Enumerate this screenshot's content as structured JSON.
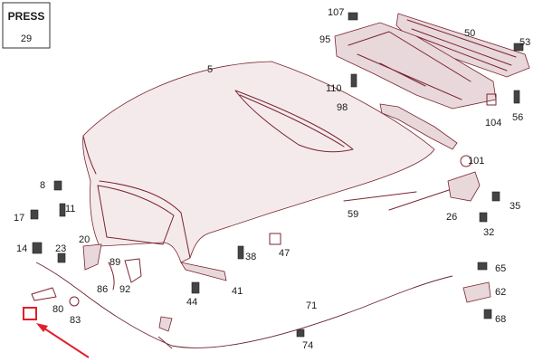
{
  "press_box": {
    "label": "PRESS",
    "number": "29"
  },
  "callouts": [
    {
      "id": "5",
      "text": "5"
    },
    {
      "id": "8",
      "text": "8"
    },
    {
      "id": "11",
      "text": "11"
    },
    {
      "id": "14",
      "text": "14"
    },
    {
      "id": "17",
      "text": "17"
    },
    {
      "id": "20",
      "text": "20"
    },
    {
      "id": "23",
      "text": "23"
    },
    {
      "id": "26",
      "text": "26"
    },
    {
      "id": "32",
      "text": "32"
    },
    {
      "id": "35",
      "text": "35"
    },
    {
      "id": "38",
      "text": "38"
    },
    {
      "id": "41",
      "text": "41"
    },
    {
      "id": "44",
      "text": "44"
    },
    {
      "id": "47",
      "text": "47"
    },
    {
      "id": "50",
      "text": "50"
    },
    {
      "id": "53",
      "text": "53"
    },
    {
      "id": "56",
      "text": "56"
    },
    {
      "id": "59",
      "text": "59"
    },
    {
      "id": "62",
      "text": "62"
    },
    {
      "id": "65",
      "text": "65"
    },
    {
      "id": "68",
      "text": "68"
    },
    {
      "id": "71",
      "text": "71"
    },
    {
      "id": "74",
      "text": "74"
    },
    {
      "id": "80",
      "text": "80"
    },
    {
      "id": "83",
      "text": "83"
    },
    {
      "id": "86",
      "text": "86"
    },
    {
      "id": "89",
      "text": "89"
    },
    {
      "id": "92",
      "text": "92"
    },
    {
      "id": "95",
      "text": "95"
    },
    {
      "id": "98",
      "text": "98"
    },
    {
      "id": "101",
      "text": "101"
    },
    {
      "id": "104",
      "text": "104"
    },
    {
      "id": "107",
      "text": "107"
    },
    {
      "id": "110",
      "text": "110"
    }
  ],
  "colors": {
    "part_outline": "#7a2530",
    "highlight": "#e0202a",
    "text": "#1a1a1a"
  }
}
